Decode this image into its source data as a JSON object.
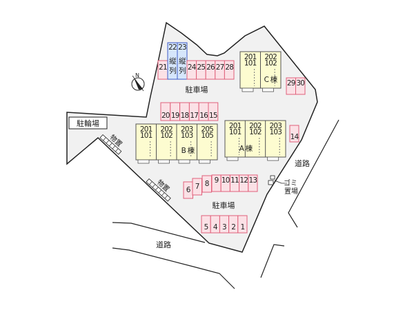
{
  "colors": {
    "site": "#f1f1f1",
    "building": "#fdfcd0",
    "parking": "#fbe1e6",
    "parking_border": "#e0607a",
    "vertical_parking": "#d6e6fb",
    "vertical_border": "#3e5cc8",
    "line": "#222222"
  },
  "labels": {
    "parking_lot": "駐車場",
    "bicycle_parking": "駐輪場",
    "storage": "物置",
    "road": "道路",
    "garbage_top": "ゴミ",
    "garbage_bottom": "置場",
    "north": "N",
    "vertical": "縦",
    "row": "列"
  },
  "buildings": {
    "A": {
      "name": "A 棟",
      "units": [
        [
          "201",
          "101"
        ],
        [
          "202",
          "102"
        ],
        [
          "203",
          "103"
        ]
      ]
    },
    "B": {
      "name": "B 棟",
      "units": [
        [
          "201",
          "101"
        ],
        [
          "202",
          "102"
        ],
        [
          "203",
          "103"
        ],
        [
          "205",
          "105"
        ]
      ]
    },
    "C": {
      "name": "C 棟",
      "units": [
        [
          "201",
          "101"
        ],
        [
          "202",
          "102"
        ]
      ]
    }
  },
  "parking": {
    "top_row": [
      "21",
      "22",
      "23",
      "24",
      "25",
      "26",
      "27",
      "28"
    ],
    "vertical_spaces": [
      "22",
      "23"
    ],
    "right_pair": [
      "29",
      "30"
    ],
    "middle_row": [
      "20",
      "19",
      "18",
      "17",
      "16",
      "15"
    ],
    "single": [
      "14"
    ],
    "stepped": [
      "6",
      "7",
      "8"
    ],
    "lower_row": [
      "9",
      "10",
      "11",
      "12",
      "13"
    ],
    "bottom_row": [
      "5",
      "4",
      "3",
      "2",
      "1"
    ]
  }
}
